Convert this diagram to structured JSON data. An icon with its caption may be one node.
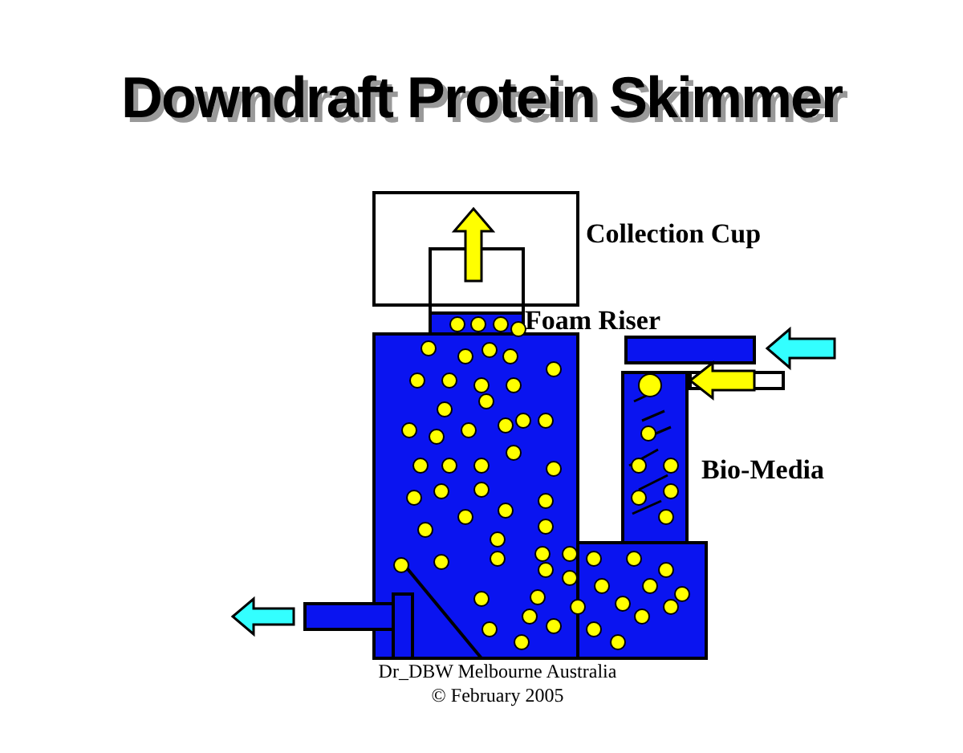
{
  "diagram": {
    "title": "Downdraft Protein Skimmer",
    "labels": [
      "Collection Cup",
      "Foam Riser",
      "Bio-Media",
      "Dr_DBW Melbourne Australia",
      "© February 2005"
    ]
  }
}
